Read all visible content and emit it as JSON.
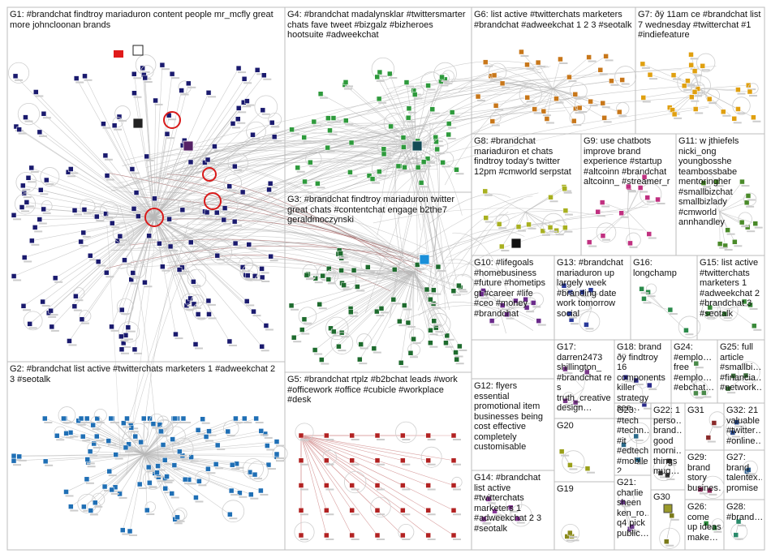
{
  "groups": [
    {
      "id": "G1",
      "label": "G1: #brandchat findtroy mariaduron content people mr_mcfly great more johncloonan brands",
      "color": "#1a1a6e",
      "nodes": 150
    },
    {
      "id": "G2",
      "label": "G2: #brandchat list active #twitterchats marketers 1 #adweekchat 2 3 #seotalk",
      "color": "#1f6fb5",
      "nodes": 110
    },
    {
      "id": "G3",
      "label": "G3: #brandchat findtroy mariaduron twitter great chats #contentchat engage b2the7 geraldmoczynski",
      "color": "#1e6b2e",
      "nodes": 60
    },
    {
      "id": "G4",
      "label": "G4: #brandchat madalynsklar #twittersmarter chats fave tweet #bizgalz #bizheroes hootsuite #adweekchat",
      "color": "#2e9a3c",
      "nodes": 55
    },
    {
      "id": "G5",
      "label": "G5: #brandchat rtplz #b2bchat leads #work #officework #office #cubicle #workplace #desk",
      "color": "#b22222",
      "nodes": 35
    },
    {
      "id": "G6",
      "label": "G6: list active #twitterchats marketers #brandchat #adweekchat 1 2 3 #seotalk",
      "color": "#c8771a",
      "nodes": 30
    },
    {
      "id": "G7",
      "label": "G7: ðÿ 11am ce #brandchat list 7 wednesday #twitterchat #1 #indiefeature",
      "color": "#e0a010",
      "nodes": 25
    },
    {
      "id": "G8",
      "label": "G8: #brandchat mariaduron et chats findtroy today's twitter 12pm #cmworld serpstat",
      "color": "#a8b020",
      "nodes": 14
    },
    {
      "id": "G9",
      "label": "G9: use chatbots improve brand experience #startup #altcoinn #brandchat altcoinn_ #streamer_r",
      "color": "#c03080",
      "nodes": 13
    },
    {
      "id": "G10",
      "label": "G10: #lifegoals #homebusiness #future #hometips gt #career #life #ceo #money #brandchat",
      "color": "#6a2a8a",
      "nodes": 10
    },
    {
      "id": "G11",
      "label": "G11: w jthiefels nicki_ong youngbosshe teambossbabe mentoringher #smallbizchat smallbizlady #cmworld annhandley",
      "color": "#4a8a2a",
      "nodes": 12
    },
    {
      "id": "G12",
      "label": "G12: flyers essential promotional item businesses being cost effective completely customisable",
      "color": "#3a3a3a",
      "nodes": 0
    },
    {
      "id": "G13",
      "label": "G13: #brandchat mariaduron up largely week #branding date work tomorrow social",
      "color": "#2a3a9a",
      "nodes": 7
    },
    {
      "id": "G14",
      "label": "G14: #brandchat list active #twitterchats marketers 1 #adweekchat 2 3 #seotalk",
      "color": "#8a3a9a",
      "nodes": 6
    },
    {
      "id": "G15",
      "label": "G15: list active #twitterchats marketers 1 #adweekchat 2 #brandchat 3 #seotalk",
      "color": "#3a8a3a",
      "nodes": 6
    },
    {
      "id": "G16",
      "label": "G16: longchamp",
      "color": "#2a8a4a",
      "nodes": 5
    },
    {
      "id": "G17",
      "label": "G17: darren2473 shillington_ #brandchat re s truth_creative design…",
      "color": "#7a3a8a",
      "nodes": 4
    },
    {
      "id": "G18",
      "label": "G18: brand ðÿ findtroy 16 components killer strategy see…",
      "color": "#2a2a8a",
      "nodes": 4
    },
    {
      "id": "G19",
      "label": "G19",
      "color": "#8a8a1a",
      "nodes": 3
    },
    {
      "id": "G20",
      "label": "G20",
      "color": "#9aa01a",
      "nodes": 3
    },
    {
      "id": "G21",
      "label": "G21: charlie sheen ken_ro… q4 pick public…",
      "color": "#6a3a8a",
      "nodes": 3
    },
    {
      "id": "G22",
      "label": "G22: 1 perso… brand… good morni… things mug…",
      "color": "#3a3a3a",
      "nodes": 3
    },
    {
      "id": "G23",
      "label": "G23: #tech #techn… #it #edtech #mobile…2",
      "color": "#2a6a8a",
      "nodes": 3
    },
    {
      "id": "G24",
      "label": "G24: #emplo… free #emplo… #ebchat…",
      "color": "#4a8a4a",
      "nodes": 3
    },
    {
      "id": "G25",
      "label": "G25: full article #smallbi… #financia… #network…",
      "color": "#3a6a3a",
      "nodes": 3
    },
    {
      "id": "G26",
      "label": "G26: come up ideas make…",
      "color": "#2a8a3a",
      "nodes": 2
    },
    {
      "id": "G27",
      "label": "G27: brand talentex… promise",
      "color": "#2a5a8a",
      "nodes": 2
    },
    {
      "id": "G28",
      "label": "G28: #brand…",
      "color": "#2a8a6a",
      "nodes": 2
    },
    {
      "id": "G29",
      "label": "G29: brand story busines…",
      "color": "#8a2a5a",
      "nodes": 2
    },
    {
      "id": "G30",
      "label": "G30",
      "color": "#7a7a1a",
      "nodes": 2
    },
    {
      "id": "G31",
      "label": "G31",
      "color": "#8a2a2a",
      "nodes": 2
    },
    {
      "id": "G32",
      "label": "G32: 21 valuable #twitter… #online…",
      "color": "#2a4a8a",
      "nodes": 2
    }
  ]
}
